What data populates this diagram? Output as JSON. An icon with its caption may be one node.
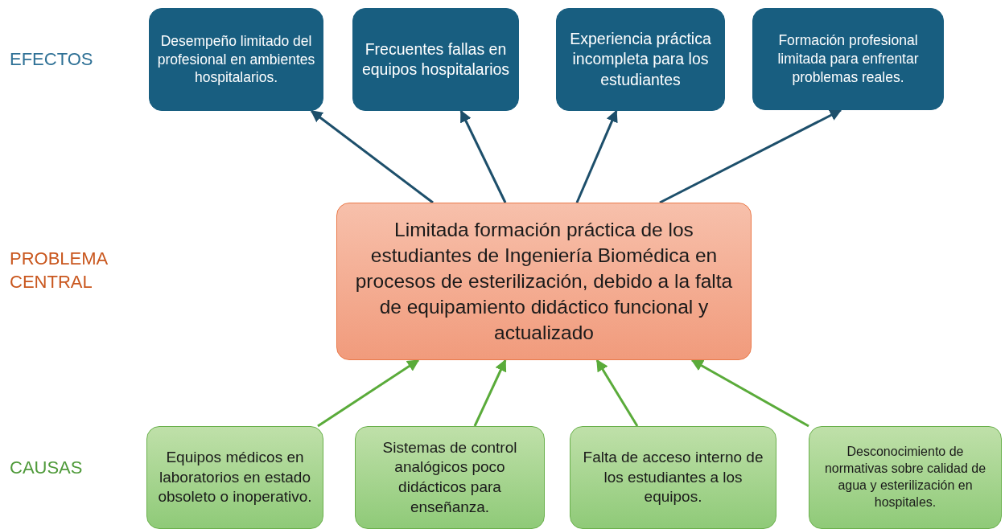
{
  "diagram": {
    "nodes": [
      {
        "text": [
          "Desempeño limitado del profesional en ambientes hospitalarios."
        ]
      },
      {
        "text": [
          "Frecuentes fallas en equipos hospitalarios"
        ]
      },
      {
        "text": [
          "Experiencia práctica incompleta para los estudiantes"
        ]
      },
      {
        "text": [
          "Formación profesional limitada para enfrentar problemas reales."
        ]
      },
      {
        "text": [
          "Limitada formación práctica de los estudiantes de Ingeniería Biomédica en procesos de esterilización, debido a la falta de equipamiento didáctico funcional y actualizado"
        ]
      },
      {
        "text": [
          "Equipos médicos en laboratorios en estado obsoleto o inoperativo."
        ]
      },
      {
        "text": [
          "Sistemas de control analógicos poco didácticos para enseñanza."
        ]
      },
      {
        "text": [
          "Falta de acceso interno de los estudiantes a los equipos."
        ]
      },
      {
        "text": [
          "Desconocimiento de normativas sobre calidad de agua y esterilización en hospitales."
        ]
      }
    ],
    "edges": [
      {
        "from": 4,
        "to": 0,
        "arrow": "to",
        "color": "#1d4f6b"
      },
      {
        "from": 4,
        "to": 1,
        "arrow": "to",
        "color": "#1d4f6b"
      },
      {
        "from": 4,
        "to": 2,
        "arrow": "to",
        "color": "#1d4f6b"
      },
      {
        "from": 4,
        "to": 3,
        "arrow": "to",
        "color": "#1d4f6b"
      },
      {
        "from": 5,
        "to": 4,
        "arrow": "to",
        "color": "#5aab3a"
      },
      {
        "from": 6,
        "to": 4,
        "arrow": "to",
        "color": "#5aab3a"
      },
      {
        "from": 7,
        "to": 4,
        "arrow": "to",
        "color": "#5aab3a"
      },
      {
        "from": 8,
        "to": 4,
        "arrow": "to",
        "color": "#5aab3a"
      }
    ],
    "labels": [
      "EFECTOS",
      "PROBLEMA CENTRAL",
      "CAUSAS"
    ]
  }
}
